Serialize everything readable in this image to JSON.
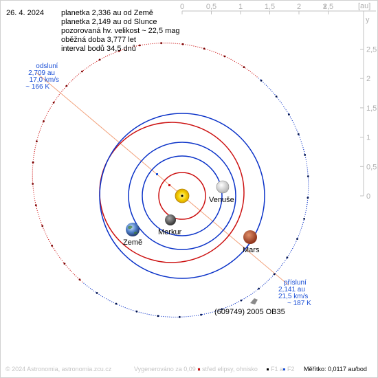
{
  "header": {
    "date": "26. 4. 2024",
    "info_lines": [
      "planetka 2,336 au od Země",
      "planetka 2,149 au od Slunce",
      "pozorovaná hv. velikost ~ 22,5 mag",
      "oběžná doba 3,777 let",
      "interval bodů 34,5 dnů"
    ]
  },
  "axes": {
    "unit_label": "[au]",
    "x_label": "x",
    "y_label": "y",
    "x_ticks": [
      "0",
      "0,5",
      "1",
      "1,5",
      "2",
      "2,5"
    ],
    "y_ticks": [
      "2,5",
      "2",
      "1,5",
      "1",
      "0,5",
      "0"
    ]
  },
  "aphelion": {
    "title": "odslunί",
    "distance": "2,709 au",
    "speed": "17,0 km/s",
    "temperature": "~ 166 K"
  },
  "perihelion": {
    "title": "přísluní",
    "distance": "2,141 au",
    "speed": "21,5 km/s",
    "temperature": "~ 187 K"
  },
  "planets": {
    "venus": "Venuše",
    "mercury": "Merkur",
    "earth": "Země",
    "mars": "Mars"
  },
  "asteroid_name": "(609749) 2005 OB35",
  "footer": {
    "copyright": "© 2024 Astronomia, astronomia.zcu.cz",
    "generated": "Vygenerováno za 0,09 s",
    "legend_center": "střed elipsy, ohnisko",
    "legend_f1": "F1 a",
    "legend_f2": "F2",
    "scale": "Měřítko: 0,0117 au/bod"
  },
  "colors": {
    "accent_blue": "#1a4fd6",
    "orbit_blue": "#0a32c8",
    "orbit_red": "#cc1111",
    "apsis_line": "#f2a27c",
    "axis_gray": "#b8b8b8",
    "footer_gray": "#c8c8c8",
    "sun": "#f5d000"
  }
}
